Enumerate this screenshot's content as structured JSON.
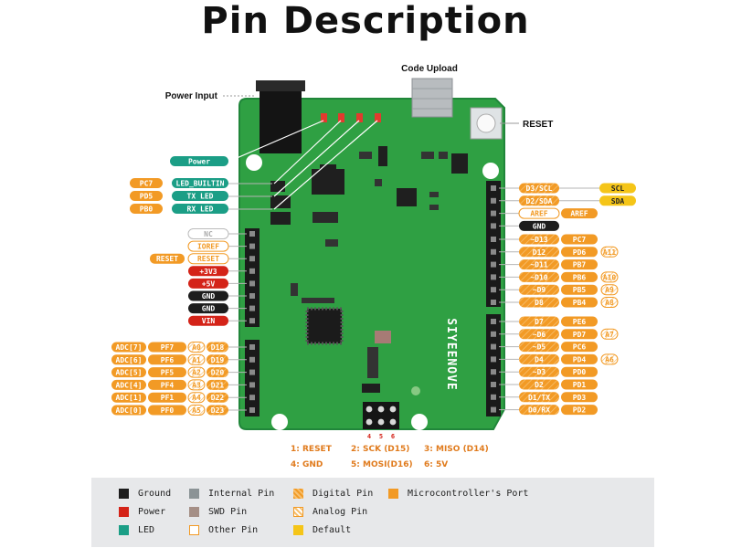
{
  "title": "Pin Description",
  "callouts": {
    "code_upload": "Code Upload",
    "power_input": "Power Input",
    "reset": "RESET",
    "brand": "SIYEENOVE"
  },
  "colors": {
    "board": "#2fa043",
    "board_edge": "#20863a",
    "orange": "#f29a25",
    "red": "#d42318",
    "black": "#1d1d1d",
    "teal": "#1b9e86",
    "yellow": "#f5c518",
    "grey": "#8b9396",
    "gray_outline": "#bbbbbb"
  },
  "left_top": [
    {
      "port": "PC7",
      "name": "LED_BUILTIN"
    },
    {
      "port": "PD5",
      "name": "TX LED"
    },
    {
      "port": "PB0",
      "name": "RX LED"
    }
  ],
  "power_label": "Power",
  "header_left": [
    {
      "label": "NC",
      "kind": "other"
    },
    {
      "label": "IOREF",
      "kind": "other"
    },
    {
      "label": "RESET",
      "kind": "other",
      "extra": "RESET"
    },
    {
      "label": "+3V3",
      "kind": "power"
    },
    {
      "label": "+5V",
      "kind": "power"
    },
    {
      "label": "GND",
      "kind": "ground"
    },
    {
      "label": "GND",
      "kind": "ground"
    },
    {
      "label": "VIN",
      "kind": "power"
    }
  ],
  "analog_left": [
    {
      "adc": "ADC[7]",
      "port": "PF7",
      "a": "A0",
      "d": "D18"
    },
    {
      "adc": "ADC[6]",
      "port": "PF6",
      "a": "A1",
      "d": "D19"
    },
    {
      "adc": "ADC[5]",
      "port": "PF5",
      "a": "A2",
      "d": "D20"
    },
    {
      "adc": "ADC[4]",
      "port": "PF4",
      "a": "A3",
      "d": "D21"
    },
    {
      "adc": "ADC[1]",
      "port": "PF1",
      "a": "A4",
      "d": "D22"
    },
    {
      "adc": "ADC[0]",
      "port": "PF0",
      "a": "A5",
      "d": "D23"
    }
  ],
  "right_top": [
    {
      "label": "D3/SCL",
      "kind": "digital",
      "extra": "SCL",
      "extra_kind": "default"
    },
    {
      "label": "D2/SDA",
      "kind": "digital",
      "extra": "SDA",
      "extra_kind": "default"
    },
    {
      "label": "AREF",
      "kind": "other",
      "extra": "AREF",
      "extra_kind": "port"
    },
    {
      "label": "GND",
      "kind": "ground"
    }
  ],
  "right_digital": [
    {
      "label": "~D13",
      "port": "PC7",
      "analog": ""
    },
    {
      "label": "D12",
      "port": "PD6",
      "analog": "A11"
    },
    {
      "label": "~D11",
      "port": "PB7",
      "analog": ""
    },
    {
      "label": "~D10",
      "port": "PB6",
      "analog": "A10"
    },
    {
      "label": "~D9",
      "port": "PB5",
      "analog": "A9"
    },
    {
      "label": "D8",
      "port": "PB4",
      "analog": "A8"
    },
    {
      "label": "D7",
      "port": "PE6",
      "analog": ""
    },
    {
      "label": "~D6",
      "port": "PD7",
      "analog": "A7"
    },
    {
      "label": "~D5",
      "port": "PC6",
      "analog": ""
    },
    {
      "label": "D4",
      "port": "PD4",
      "analog": "A6"
    },
    {
      "label": "~D3",
      "port": "PD0",
      "analog": ""
    },
    {
      "label": "D2",
      "port": "PD1",
      "analog": ""
    },
    {
      "label": "D1/TX",
      "port": "PD3",
      "analog": ""
    },
    {
      "label": "D0/RX",
      "port": "PD2",
      "analog": ""
    }
  ],
  "icsp_numbers": [
    "4",
    "5",
    "6"
  ],
  "icsp": [
    "1:  RESET",
    "2: SCK (D15)",
    "3: MISO (D14)",
    "4: GND",
    "5: MOSI(D16)",
    "6: 5V"
  ],
  "legend": [
    {
      "label": "Ground",
      "kind": "ground"
    },
    {
      "label": "Internal Pin",
      "kind": "internal"
    },
    {
      "label": "Digital Pin",
      "kind": "digital"
    },
    {
      "label": "Microcontroller's Port",
      "kind": "port"
    },
    {
      "label": "Power",
      "kind": "power"
    },
    {
      "label": "SWD Pin",
      "kind": "swd"
    },
    {
      "label": "Analog Pin",
      "kind": "analog"
    },
    {
      "label": "LED",
      "kind": "led"
    },
    {
      "label": "Other Pin",
      "kind": "other"
    },
    {
      "label": "Default",
      "kind": "default"
    }
  ]
}
